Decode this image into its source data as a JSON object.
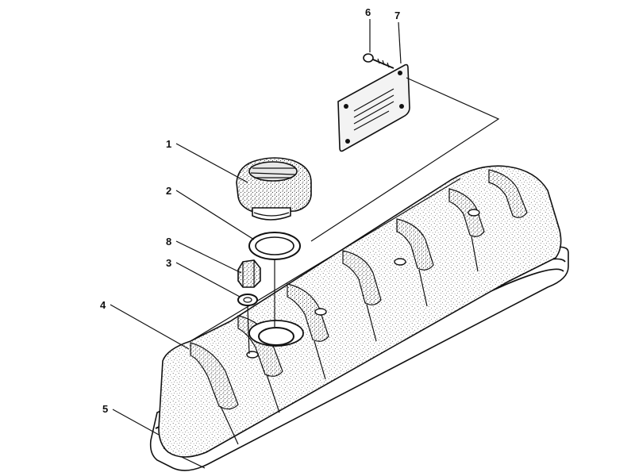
{
  "figure": {
    "type": "exploded-parts-view",
    "callouts": [
      {
        "id": "1",
        "label": "1",
        "part": "oil-filler-cap"
      },
      {
        "id": "2",
        "label": "2",
        "part": "cap-seal-ring"
      },
      {
        "id": "3",
        "label": "3",
        "part": "washer"
      },
      {
        "id": "4",
        "label": "4",
        "part": "valve-cover"
      },
      {
        "id": "5",
        "label": "5",
        "part": "cover-gasket"
      },
      {
        "id": "6",
        "label": "6",
        "part": "screw"
      },
      {
        "id": "7",
        "label": "7",
        "part": "identification-plate"
      },
      {
        "id": "8",
        "label": "8",
        "part": "cap-nut"
      }
    ],
    "colors": {
      "ink": "#111111",
      "paper": "#ffffff",
      "stipple": "#555555"
    }
  }
}
